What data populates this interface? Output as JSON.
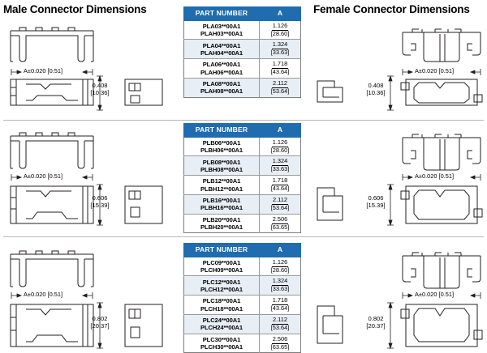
{
  "headings": {
    "male": "Male Connector Dimensions",
    "female": "Female Connector Dimensions"
  },
  "table_columns": {
    "part_number": "PART NUMBER",
    "a": "A"
  },
  "sections": [
    {
      "id": "section-a",
      "height_dim": {
        "inch": "0.408",
        "mm": "[10.36]"
      },
      "width_dim": "A±0.020 [0.51]",
      "rows": [
        {
          "pn1": "PLA03**00A1",
          "pn2": "PLAH03**00A1",
          "inch": "1.126",
          "mm": "[28.60]"
        },
        {
          "pn1": "PLA04**00A1",
          "pn2": "PLAH04**00A1",
          "inch": "1.324",
          "mm": "[33.63]"
        },
        {
          "pn1": "PLA06**00A1",
          "pn2": "PLAH06**00A1",
          "inch": "1.718",
          "mm": "[43.64]"
        },
        {
          "pn1": "PLA08**00A1",
          "pn2": "PLAH08**00A1",
          "inch": "2.112",
          "mm": "[53.64]"
        }
      ]
    },
    {
      "id": "section-b",
      "height_dim": {
        "inch": "0.606",
        "mm": "[15.39]"
      },
      "width_dim": "A±0.020 [0.51]",
      "rows": [
        {
          "pn1": "PLB06**00A1",
          "pn2": "PLBH06**00A1",
          "inch": "1.126",
          "mm": "[28.60]"
        },
        {
          "pn1": "PLB08**00A1",
          "pn2": "PLBH08**00A1",
          "inch": "1.324",
          "mm": "[33.63]"
        },
        {
          "pn1": "PLB12**00A1",
          "pn2": "PLBH12**00A1",
          "inch": "1.718",
          "mm": "[43.64]"
        },
        {
          "pn1": "PLB16**00A1",
          "pn2": "PLBH16**00A1",
          "inch": "2.112",
          "mm": "[53.64]"
        },
        {
          "pn1": "PLB20**00A1",
          "pn2": "PLBH20**00A1",
          "inch": "2.506",
          "mm": "[63.65]"
        }
      ]
    },
    {
      "id": "section-c",
      "height_dim": {
        "inch": "0.802",
        "mm": "[20.37]"
      },
      "width_dim": "A±0.020 [0.51]",
      "rows": [
        {
          "pn1": "PLC09**00A1",
          "pn2": "PLCH09**00A1",
          "inch": "1.126",
          "mm": "[28.60]"
        },
        {
          "pn1": "PLC12**00A1",
          "pn2": "PLCH12**00A1",
          "inch": "1.324",
          "mm": "[33.63]"
        },
        {
          "pn1": "PLC18**00A1",
          "pn2": "PLCH18**00A1",
          "inch": "1.718",
          "mm": "[43.64]"
        },
        {
          "pn1": "PLC24**00A1",
          "pn2": "PLCH24**00A1",
          "inch": "2.112",
          "mm": "[53.64]"
        },
        {
          "pn1": "PLC30**00A1",
          "pn2": "PLCH30**00A1",
          "inch": "2.506",
          "mm": "[63.65]"
        }
      ]
    }
  ],
  "colors": {
    "header_blue": "#1f6cb0",
    "row_alt": "#e8eef5",
    "line": "#231f20"
  }
}
